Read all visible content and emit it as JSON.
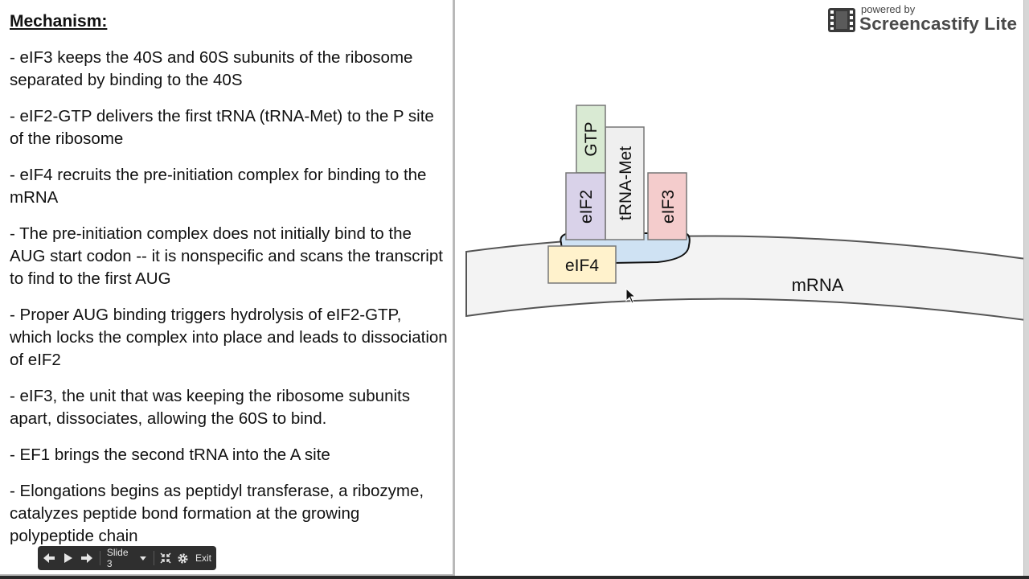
{
  "slide": {
    "heading": "Mechanism:",
    "bullets": [
      "- eIF3 keeps the 40S and 60S subunits of the ribosome separated by binding to the 40S",
      "- eIF2-GTP delivers the first tRNA (tRNA-Met) to the P site of the ribosome",
      "- eIF4 recruits the pre-initiation complex for binding to the mRNA",
      "- The pre-initiation complex does not initially bind to the AUG start codon -- it is nonspecific and scans the transcript to find to the first AUG",
      "- Proper AUG binding triggers hydrolysis of eIF2-GTP, which locks the complex into place and leads to dissociation of eIF2",
      "- eIF3, the unit that was keeping the ribosome subunits apart, dissociates, allowing the 60S to bind.",
      "- EF1 brings the second tRNA into the A site",
      "- Elongations begins as peptidyl transferase, a ribozyme, catalyzes peptide bond formation at the growing polypeptide chain"
    ]
  },
  "diagram": {
    "gtp": "GTP",
    "trna": "tRNA-Met",
    "eif2": "eIF2",
    "eif3": "eIF3",
    "eif4": "eIF4",
    "mrna": "mRNA",
    "colors": {
      "gtp": "#d9ead3",
      "eif2": "#d9d2e9",
      "trna": "#efefef",
      "eif3": "#f4cccc",
      "eif4": "#fff2cc",
      "ribosome": "#cfe2f3",
      "mrna": "#f3f3f3"
    }
  },
  "watermark": {
    "powered_by": "powered by",
    "brand": "Screencastify Lite"
  },
  "controls": {
    "slide_label": "Slide 3",
    "exit_label": "Exit"
  }
}
